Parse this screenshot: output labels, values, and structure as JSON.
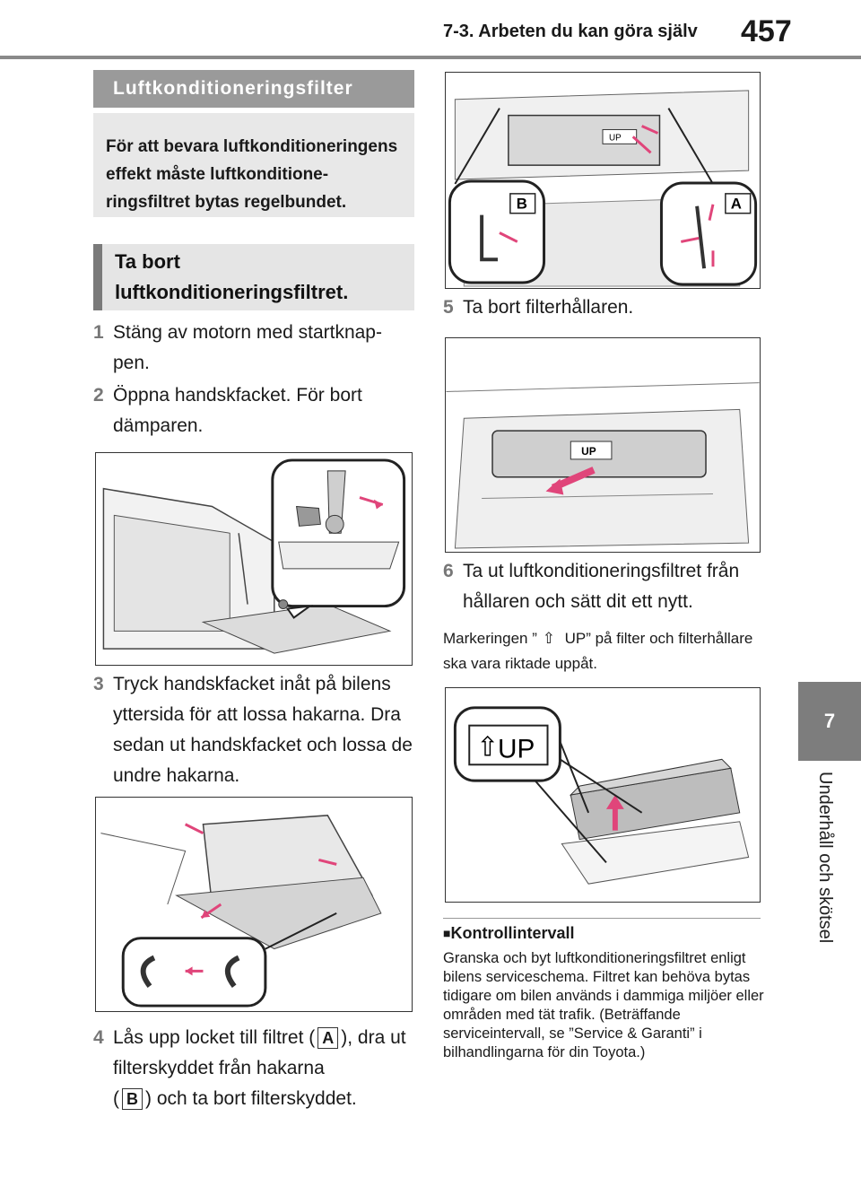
{
  "header": {
    "section": "7-3. Arbeten du kan göra själv",
    "page_number": "457"
  },
  "side_tab": {
    "chapter": "7",
    "label": "Underhåll och skötsel"
  },
  "section_title": "Luftkonditioneringsfilter",
  "intro": "För att bevara luftkonditionering­ens effekt måste luftkonditione­ringsfiltret bytas regelbundet.",
  "subsection_title": "Ta bort luftkonditioneringsfiltret.",
  "steps": [
    {
      "num": "1",
      "text": "Stäng av motorn med startknap­pen."
    },
    {
      "num": "2",
      "text": "Öppna handskfacket. För bort dämparen."
    },
    {
      "num": "3",
      "text": "Tryck handskfacket inåt på bilens yttersida för att lossa hakarna. Dra sedan ut handskfacket och lossa de undre hakarna."
    },
    {
      "num": "4",
      "text_a": "Lås upp locket till filtret (",
      "text_b": "), dra ut filterskyddet från hakarna",
      "text_c": "(",
      "text_d": ") och ta bort filterskyddet."
    },
    {
      "num": "5",
      "text": "Ta bort filterhållaren."
    },
    {
      "num": "6",
      "text": "Ta ut luftkonditioneringsfiltret från hållaren och sätt dit ett nytt."
    }
  ],
  "labels": {
    "a": "A",
    "b": "B",
    "up": "UP"
  },
  "note": {
    "before": "Markeringen ”",
    "after": " UP” på filter och filter­hållare ska vara riktade uppåt."
  },
  "check": {
    "title": "Kontrollintervall",
    "body": "Granska och byt luftkonditioneringsfiltret enligt bilens serviceschema. Filtret kan behöva bytas tidigare om bilen används i dammiga miljöer eller områden med tät trafik. (Beträffande serviceintervall, se ”Service & Garanti” i bilhandlingarna för din Toyota.)"
  },
  "colors": {
    "accent_gray": "#9a9a9a",
    "arrow_pink": "#e0457a"
  }
}
